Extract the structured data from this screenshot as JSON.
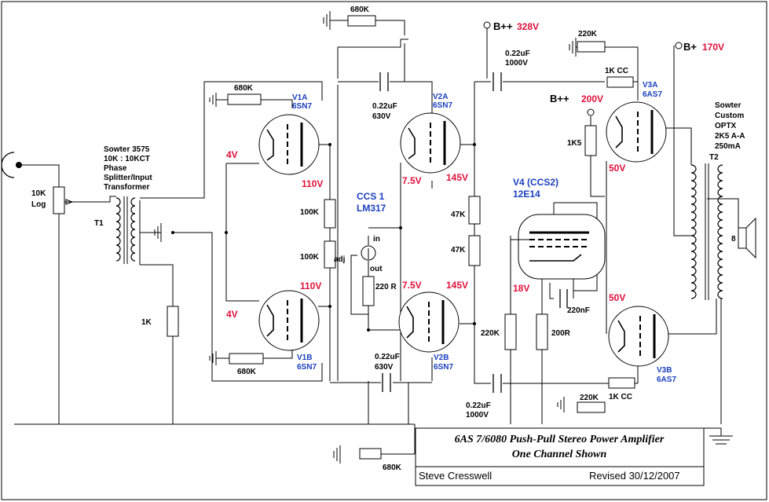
{
  "input": {
    "pot_label_1": "10K",
    "pot_label_2": "Log"
  },
  "transformer_t1": {
    "ref": "T1",
    "line1": "Sowter 3575",
    "line2": "10K : 10KCT",
    "line3": "Phase",
    "line4": "Splitter/Input",
    "line5": "Transformer"
  },
  "v1a": {
    "name": "V1A",
    "type": "6SN7",
    "cathode_v": "4V",
    "plate_v": "110V",
    "grid_leak": "680K"
  },
  "v1b": {
    "name": "V1B",
    "type": "6SN7",
    "cathode_v": "4V",
    "plate_v": "110V",
    "grid_leak": "680K"
  },
  "v2a": {
    "name": "V2A",
    "type": "6SN7",
    "cathode_v": "7.5V",
    "plate_v": "145V"
  },
  "v2b": {
    "name": "V2B",
    "type": "6SN7",
    "cathode_v": "7.5V",
    "plate_v": "145V"
  },
  "v3a": {
    "name": "V3A",
    "type": "6AS7",
    "cathode_v": "50V"
  },
  "v3b": {
    "name": "V3B",
    "type": "6AS7",
    "cathode_v": "50V"
  },
  "v4": {
    "name": "V4 (CCS2)",
    "type": "12E14",
    "grid_v": "18V"
  },
  "ccs1": {
    "name": "CCS 1",
    "type": "LM317",
    "pin_in": "in",
    "pin_out": "out",
    "pin_adj": "adj",
    "r_set": "220 R"
  },
  "resistors": {
    "r_1k_input": "1K",
    "r_100k_a": "100K",
    "r_100k_b": "100K",
    "r_47k_a": "47K",
    "r_47k_b": "47K",
    "r_1k5": "1K5",
    "r_220k_v4": "220K",
    "r_200r": "200R",
    "r_680k_top": "680K",
    "r_680k_bottom": "680K",
    "r_220k_top": "220K",
    "r_220k_bottom": "220K",
    "r_1kcc_top": "1K  CC",
    "r_1kcc_bottom": "1K  CC"
  },
  "caps": {
    "c_couple_top_value": "0.22uF",
    "c_couple_top_rating": "630V",
    "c_couple_bot_value": "0.22uF",
    "c_couple_bot_rating": "630V",
    "c_out_top_value": "0.22uF",
    "c_out_top_rating": "1000V",
    "c_out_bot_value": "0.22uF",
    "c_out_bot_rating": "1000V",
    "c_v4": "220nF"
  },
  "rails": {
    "bpp_label": "B++",
    "bpp_v": "328V",
    "bpp2_label": "B++",
    "bpp2_v": "200V",
    "bp_label": "B+",
    "bp_v": "170V"
  },
  "output_transformer": {
    "ref": "T2",
    "line1": "Sowter",
    "line2": "Custom",
    "line3": "OPTX",
    "line4": "2K5 A-A",
    "line5": "250mA",
    "speaker_ohms": "8"
  },
  "title_block": {
    "title_line1": "6AS 7/6080 Push-Pull Stereo Power Amplifier",
    "title_line2": "One Channel Shown",
    "author": "Steve Cresswell",
    "revised": "Revised   30/12/2007"
  }
}
